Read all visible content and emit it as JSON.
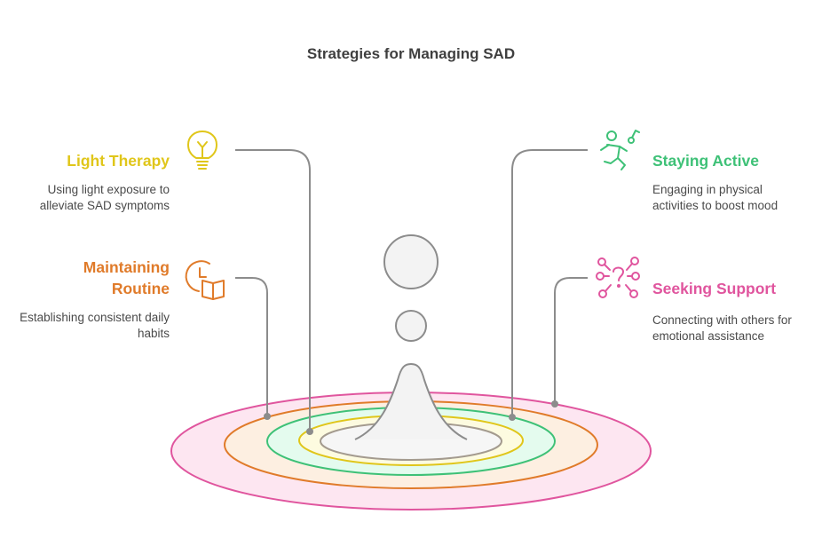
{
  "title": "Strategies for Managing SAD",
  "strategies": [
    {
      "heading": "Light Therapy",
      "description": "Using light exposure to alleviate SAD symptoms",
      "color": "#e0c61a",
      "icon": "light-bulb-icon"
    },
    {
      "heading": "Maintaining Routine",
      "description": "Establishing consistent daily habits",
      "color": "#e07b2a",
      "icon": "clock-book-icon"
    },
    {
      "heading": "Staying Active",
      "description": "Engaging in physical activities to boost mood",
      "color": "#3ec177",
      "icon": "running-person-icon"
    },
    {
      "heading": "Seeking Support",
      "description": "Connecting with others for emotional assistance",
      "color": "#e0559e",
      "icon": "network-question-icon"
    }
  ],
  "colors": {
    "ring_pink": "#e0559e",
    "ring_orange": "#e07b2a",
    "ring_green": "#3ec177",
    "ring_yellow": "#e0c61a",
    "ring_gray": "#a49b8f",
    "drop_fill": "#f3f3f3",
    "drop_stroke": "#8c8c8c",
    "connector": "#8c8c8c"
  }
}
